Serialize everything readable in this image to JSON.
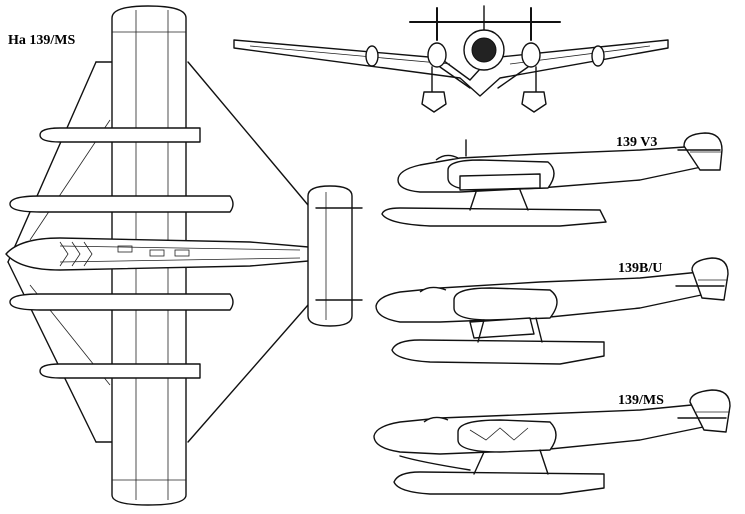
{
  "labels": {
    "top_view": "Ha 139/MS",
    "side_v3": "139 V3",
    "side_bu": "139B/U",
    "side_ms": "139/MS"
  },
  "colors": {
    "line": "#111111",
    "background": "#ffffff"
  }
}
